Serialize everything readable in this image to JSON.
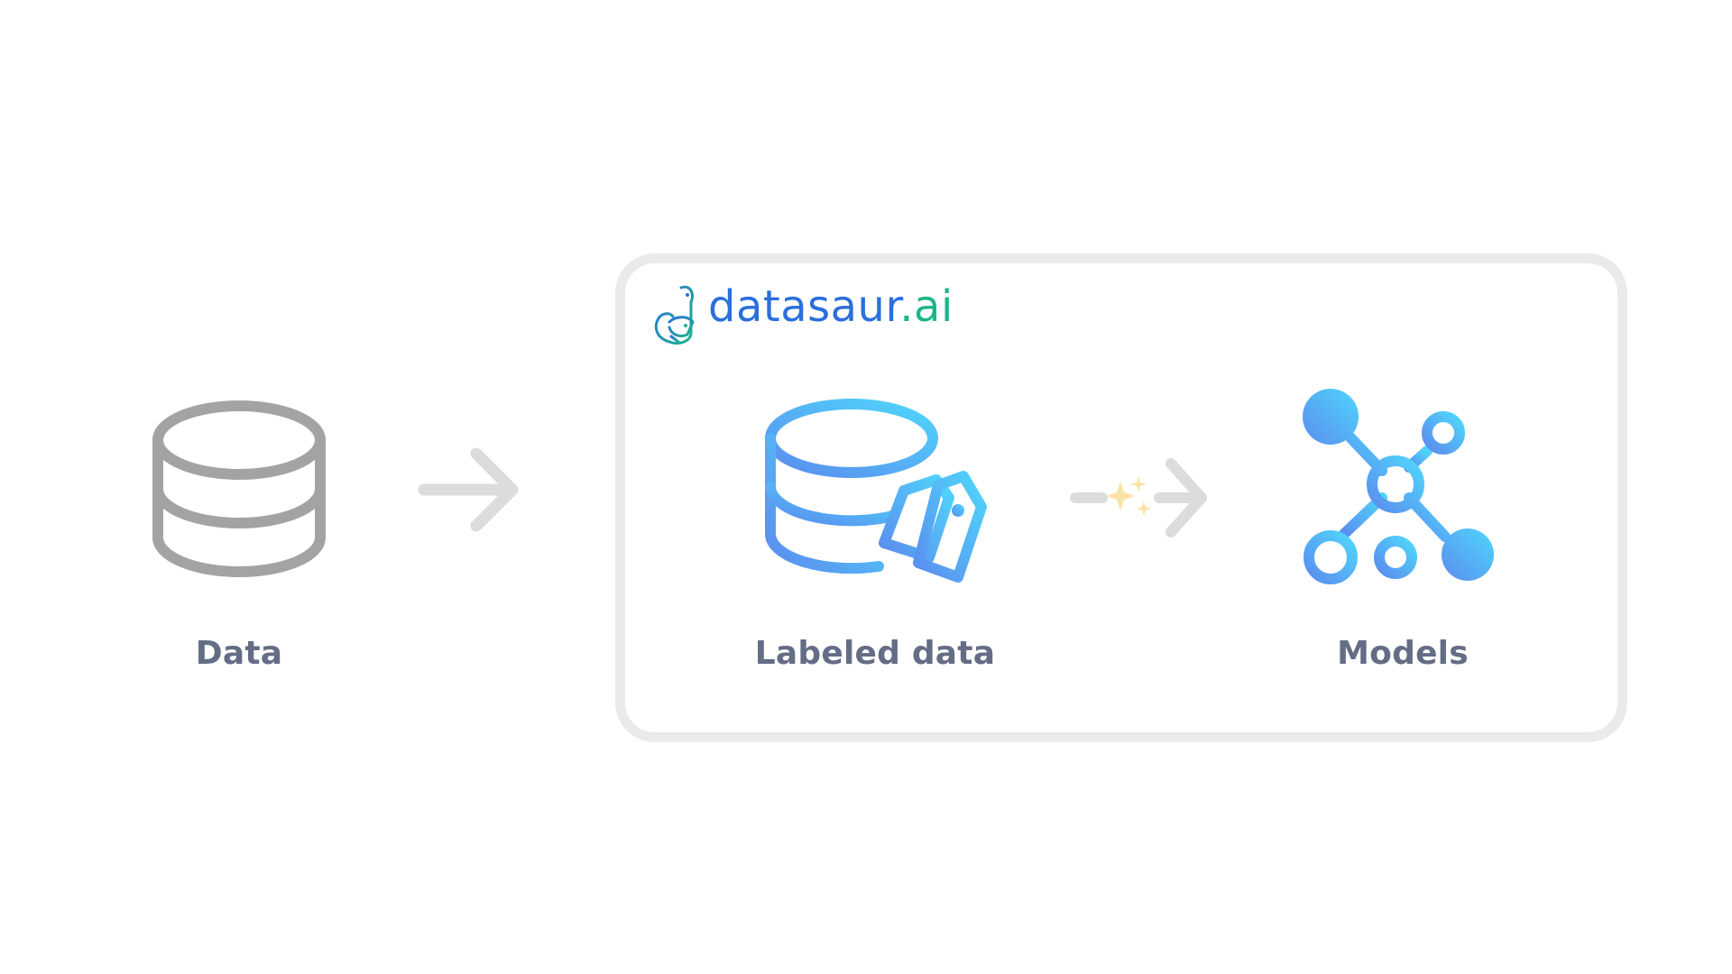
{
  "nodes": {
    "data": {
      "label": "Data"
    },
    "labeled": {
      "label": "Labeled data"
    },
    "models": {
      "label": "Models"
    }
  },
  "brand": {
    "name": "datasaur",
    "suffix": ".ai",
    "color_primary": "#2b6fdc",
    "color_suffix": "#1db58a"
  },
  "icons": {
    "data": "database-icon",
    "labeled": "tagged-database-icon",
    "models": "network-graph-icon",
    "arrow1": "arrow-right-icon",
    "arrow2": "sparkle-arrow-right-icon",
    "brand": "dinosaur-logo-icon"
  },
  "colors": {
    "gray_icon": "#a3a3a3",
    "arrow": "#dcdcdc",
    "label": "#646d85",
    "gradient_start": "#5b8def",
    "gradient_end": "#4fd6fb",
    "sparkle": "#fbe3a4"
  }
}
